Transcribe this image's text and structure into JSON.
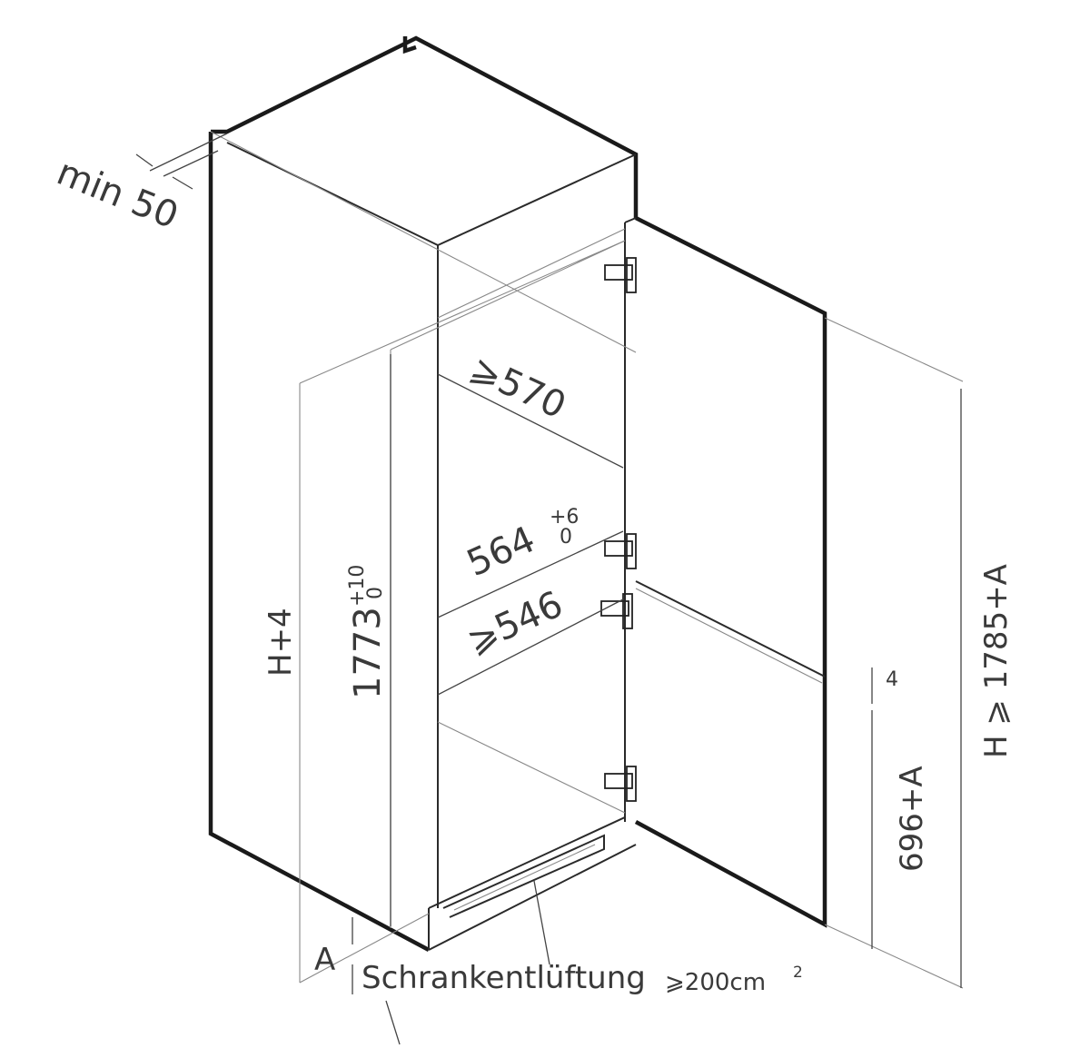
{
  "labels": {
    "min_gap": "min 50",
    "depth_min": "⩾570",
    "niche_width_main": "564",
    "niche_width_tol_upper": "+6",
    "niche_width_tol_lower": "0",
    "inner_width_min": "⩾546",
    "niche_height_main": "1773",
    "niche_height_tol_upper": "+10",
    "niche_height_tol_lower": "0",
    "cabinet_height": "H+4",
    "door_gap": "4",
    "lower_door_height": "696+A",
    "total_height": "H ⩾ 1785+A",
    "base_offset": "A",
    "ventilation_text": "Schrankentlüftung",
    "ventilation_min": "⩾200cm",
    "ventilation_exp": "2"
  },
  "colors": {
    "outline": "#1a1a1a",
    "construction_line": "#888888",
    "text": "#3a3a3a"
  }
}
